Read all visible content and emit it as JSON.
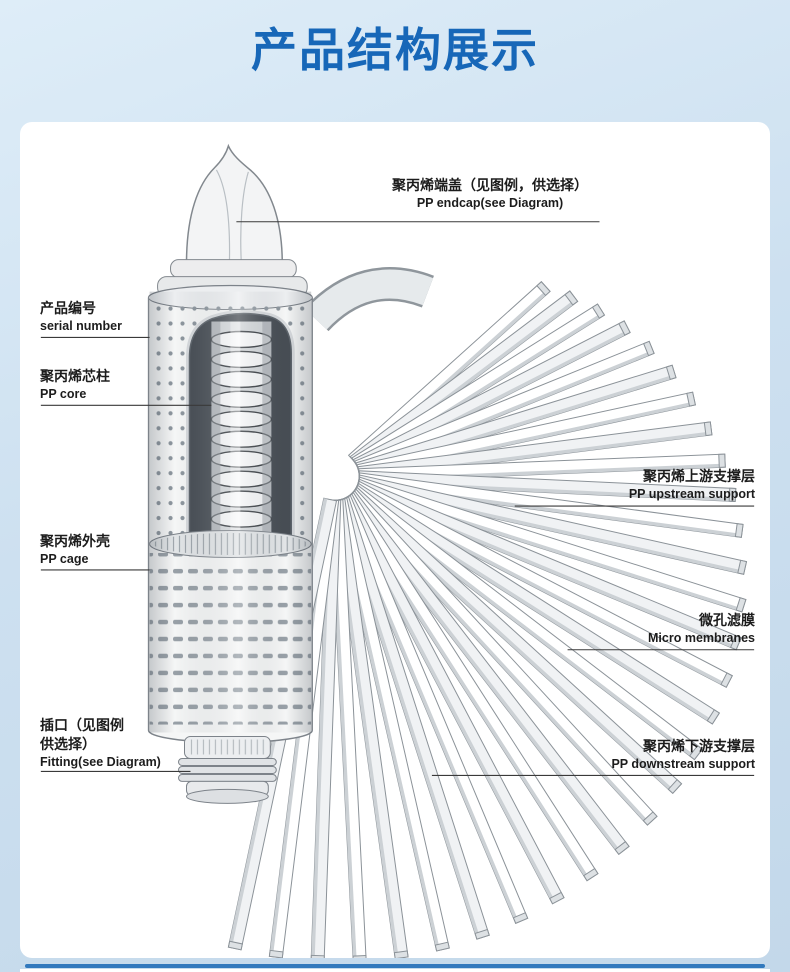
{
  "page": {
    "title": "产品结构展示"
  },
  "diagram": {
    "parts": {
      "endcap": {
        "zh": "聚丙烯端盖（见图例，供选择）",
        "en": "PP endcap(see Diagram)"
      },
      "serial_number": {
        "zh": "产品编号",
        "en": "serial number"
      },
      "pp_core": {
        "zh": "聚丙烯芯柱",
        "en": "PP core"
      },
      "pp_cage": {
        "zh": "聚丙烯外壳",
        "en": "PP cage"
      },
      "fitting": {
        "zh_line1": "插口（见图例",
        "zh_line2": "供选择）",
        "en": "Fitting(see Diagram)"
      },
      "upstream_support": {
        "zh": "聚丙烯上游支撑层",
        "en": "PP upstream support"
      },
      "micro_membranes": {
        "zh": "微孔滤膜",
        "en": "Micro membranes"
      },
      "downstream_support": {
        "zh": "聚丙烯下游支撑层",
        "en": "PP downstream support"
      }
    },
    "colors": {
      "title_blue": "#1767b8",
      "background_blue": "#cde0f0",
      "leader_line": "#3a3a3a",
      "divider_blue": "#3279bd"
    }
  }
}
